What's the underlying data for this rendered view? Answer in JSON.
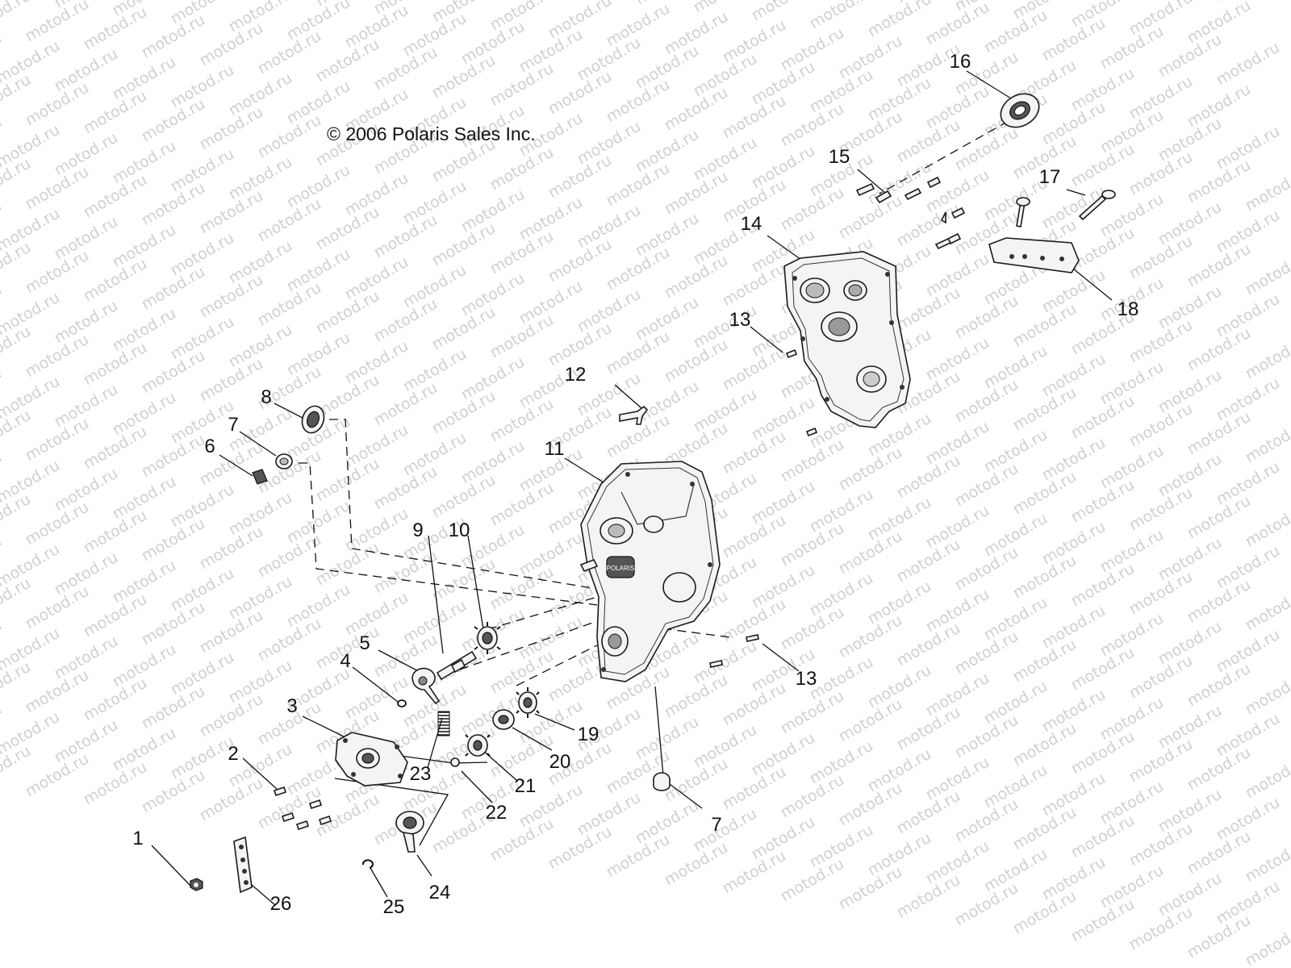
{
  "copyright": "© 2006 Polaris Sales Inc.",
  "watermark_text": "motod.ru",
  "callouts": [
    {
      "id": "c16",
      "label": "16"
    },
    {
      "id": "c15",
      "label": "15"
    },
    {
      "id": "c17",
      "label": "17"
    },
    {
      "id": "c14",
      "label": "14"
    },
    {
      "id": "c18",
      "label": "18"
    },
    {
      "id": "c13a",
      "label": "13"
    },
    {
      "id": "c12",
      "label": "12"
    },
    {
      "id": "c8",
      "label": "8"
    },
    {
      "id": "c7a",
      "label": "7"
    },
    {
      "id": "c6",
      "label": "6"
    },
    {
      "id": "c11",
      "label": "11"
    },
    {
      "id": "c9",
      "label": "9"
    },
    {
      "id": "c10",
      "label": "10"
    },
    {
      "id": "c5",
      "label": "5"
    },
    {
      "id": "c4",
      "label": "4"
    },
    {
      "id": "c13b",
      "label": "13"
    },
    {
      "id": "c3",
      "label": "3"
    },
    {
      "id": "c19",
      "label": "19"
    },
    {
      "id": "c20",
      "label": "20"
    },
    {
      "id": "c2",
      "label": "2"
    },
    {
      "id": "c23",
      "label": "23"
    },
    {
      "id": "c21",
      "label": "21"
    },
    {
      "id": "c22",
      "label": "22"
    },
    {
      "id": "c7b",
      "label": "7"
    },
    {
      "id": "c1",
      "label": "1"
    },
    {
      "id": "c26",
      "label": "26"
    },
    {
      "id": "c25",
      "label": "25"
    },
    {
      "id": "c24",
      "label": "24"
    }
  ]
}
